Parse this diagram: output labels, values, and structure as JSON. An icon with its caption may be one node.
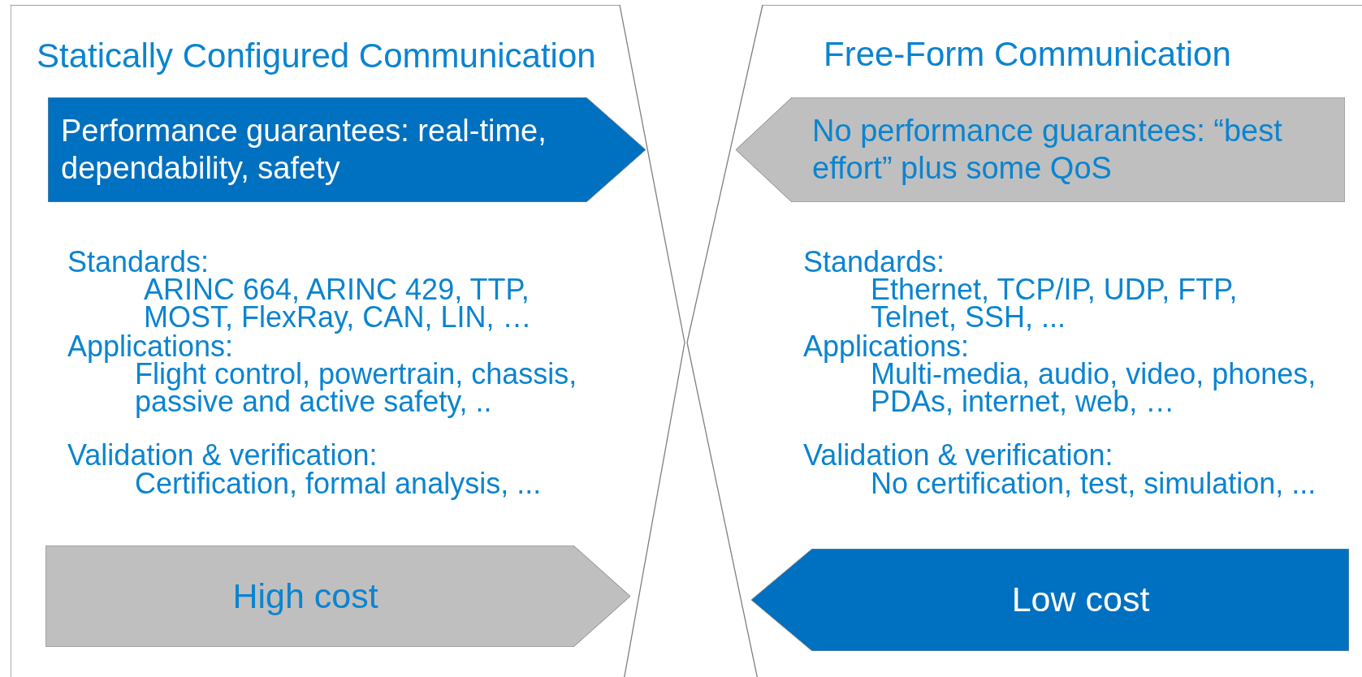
{
  "diagram": {
    "nodes": [
      {
        "text": [
          "Statically Configured Communication",
          "Standards:",
          "ARINC 664, ARINC 429, TTP, MOST, FlexRay, CAN, LIN, …",
          "Applications:",
          "Flight control, powertrain, chassis, passive and active safety, ..",
          "Validation & verification:",
          "Certification, formal analysis, ..."
        ]
      },
      {
        "text": [
          "Performance guarantees: real-time, dependability, safety"
        ],
        "in": 0
      },
      {
        "text": [
          "High cost"
        ],
        "in": 0
      },
      {
        "text": [
          "Free-Form Communication",
          "Standards:",
          "Ethernet, TCP/IP, UDP, FTP, Telnet, SSH, ...",
          "Applications:",
          "Multi-media, audio, video, phones, PDAs, internet, web, …",
          "Validation & verification:",
          "No certification, test, simulation, ..."
        ]
      },
      {
        "text": [
          "No performance guarantees: “best effort” plus some QoS"
        ],
        "in": 3
      },
      {
        "text": [
          "Low cost"
        ],
        "in": 3
      }
    ]
  }
}
